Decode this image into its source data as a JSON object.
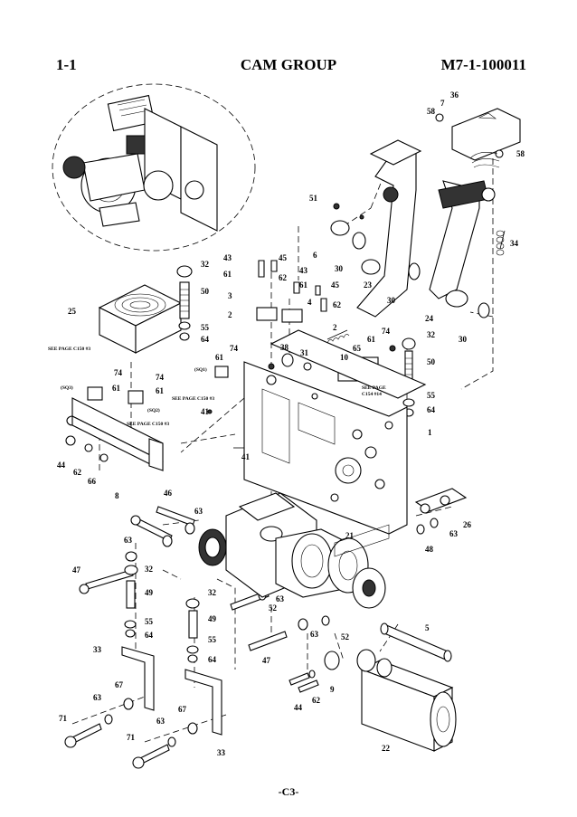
{
  "header": {
    "section": "1-1",
    "title": "CAM GROUP",
    "doc_number": "M7-1-100011"
  },
  "footer": {
    "page": "-C3-"
  },
  "callouts": [
    {
      "id": "c36",
      "text": "36"
    },
    {
      "id": "c7",
      "text": "7"
    },
    {
      "id": "c58a",
      "text": "58"
    },
    {
      "id": "c58b",
      "text": "58"
    },
    {
      "id": "c51",
      "text": "51"
    },
    {
      "id": "c6",
      "text": "6"
    },
    {
      "id": "c30a",
      "text": "30"
    },
    {
      "id": "c23",
      "text": "23"
    },
    {
      "id": "c30b",
      "text": "30"
    },
    {
      "id": "c24",
      "text": "24"
    },
    {
      "id": "c30c",
      "text": "30"
    },
    {
      "id": "c34",
      "text": "34"
    },
    {
      "id": "c43a",
      "text": "43"
    },
    {
      "id": "c45a",
      "text": "45"
    },
    {
      "id": "c61a",
      "text": "61"
    },
    {
      "id": "c62a",
      "text": "62"
    },
    {
      "id": "c43b",
      "text": "43"
    },
    {
      "id": "c61b",
      "text": "61"
    },
    {
      "id": "c45b",
      "text": "45"
    },
    {
      "id": "c3",
      "text": "3"
    },
    {
      "id": "c4",
      "text": "4"
    },
    {
      "id": "c62b",
      "text": "62"
    },
    {
      "id": "c2a",
      "text": "2"
    },
    {
      "id": "c2b",
      "text": "2"
    },
    {
      "id": "c32a",
      "text": "32"
    },
    {
      "id": "c50a",
      "text": "50"
    },
    {
      "id": "c25",
      "text": "25"
    },
    {
      "id": "c55a",
      "text": "55"
    },
    {
      "id": "c64a",
      "text": "64"
    },
    {
      "id": "c74a",
      "text": "74"
    },
    {
      "id": "c74b",
      "text": "74"
    },
    {
      "id": "c74c",
      "text": "74"
    },
    {
      "id": "c61c",
      "text": "61"
    },
    {
      "id": "c61d",
      "text": "61"
    },
    {
      "id": "c61e",
      "text": "61"
    },
    {
      "id": "c38",
      "text": "38"
    },
    {
      "id": "c31",
      "text": "31"
    },
    {
      "id": "c10",
      "text": "10"
    },
    {
      "id": "c65",
      "text": "65"
    },
    {
      "id": "c61f",
      "text": "61"
    },
    {
      "id": "c74d",
      "text": "74"
    },
    {
      "id": "c32b",
      "text": "32"
    },
    {
      "id": "c50b",
      "text": "50"
    },
    {
      "id": "c55b",
      "text": "55"
    },
    {
      "id": "c64b",
      "text": "64"
    },
    {
      "id": "c41a",
      "text": "41"
    },
    {
      "id": "c41b",
      "text": "41"
    },
    {
      "id": "c1",
      "text": "1"
    },
    {
      "id": "c44a",
      "text": "44"
    },
    {
      "id": "c62c",
      "text": "62"
    },
    {
      "id": "c66",
      "text": "66"
    },
    {
      "id": "c8",
      "text": "8"
    },
    {
      "id": "c46",
      "text": "46"
    },
    {
      "id": "c63a",
      "text": "63"
    },
    {
      "id": "c26",
      "text": "26"
    },
    {
      "id": "c48",
      "text": "48"
    },
    {
      "id": "c63b",
      "text": "63"
    },
    {
      "id": "c21",
      "text": "21"
    },
    {
      "id": "c63c",
      "text": "63"
    },
    {
      "id": "c32c",
      "text": "32"
    },
    {
      "id": "c47a",
      "text": "47"
    },
    {
      "id": "c49a",
      "text": "49"
    },
    {
      "id": "c32d",
      "text": "32"
    },
    {
      "id": "c63d",
      "text": "63"
    },
    {
      "id": "c52a",
      "text": "52"
    },
    {
      "id": "c49b",
      "text": "49"
    },
    {
      "id": "c55c",
      "text": "55"
    },
    {
      "id": "c55d",
      "text": "55"
    },
    {
      "id": "c64c",
      "text": "64"
    },
    {
      "id": "c64d",
      "text": "64"
    },
    {
      "id": "c33a",
      "text": "33"
    },
    {
      "id": "c47b",
      "text": "47"
    },
    {
      "id": "c63e",
      "text": "63"
    },
    {
      "id": "c52b",
      "text": "52"
    },
    {
      "id": "c5",
      "text": "5"
    },
    {
      "id": "c67a",
      "text": "67"
    },
    {
      "id": "c63f",
      "text": "63"
    },
    {
      "id": "c44b",
      "text": "44"
    },
    {
      "id": "c62d",
      "text": "62"
    },
    {
      "id": "c9",
      "text": "9"
    },
    {
      "id": "c71a",
      "text": "71"
    },
    {
      "id": "c67b",
      "text": "67"
    },
    {
      "id": "c63g",
      "text": "63"
    },
    {
      "id": "c71b",
      "text": "71"
    },
    {
      "id": "c33b",
      "text": "33"
    },
    {
      "id": "c22",
      "text": "22"
    }
  ],
  "notes": [
    {
      "id": "n1",
      "text": "SEE PAGE C150 #3"
    },
    {
      "id": "n2",
      "text": "SEE PAGE C150 #3"
    },
    {
      "id": "n3",
      "text": "SEE PAGE C150 #3"
    },
    {
      "id": "n4a",
      "text": "SEE PAGE"
    },
    {
      "id": "n4b",
      "text": "C154 #14"
    },
    {
      "id": "s1",
      "text": "(SQ1)"
    },
    {
      "id": "s2",
      "text": "(SQ2)"
    },
    {
      "id": "s3",
      "text": "(SQ3)"
    }
  ]
}
